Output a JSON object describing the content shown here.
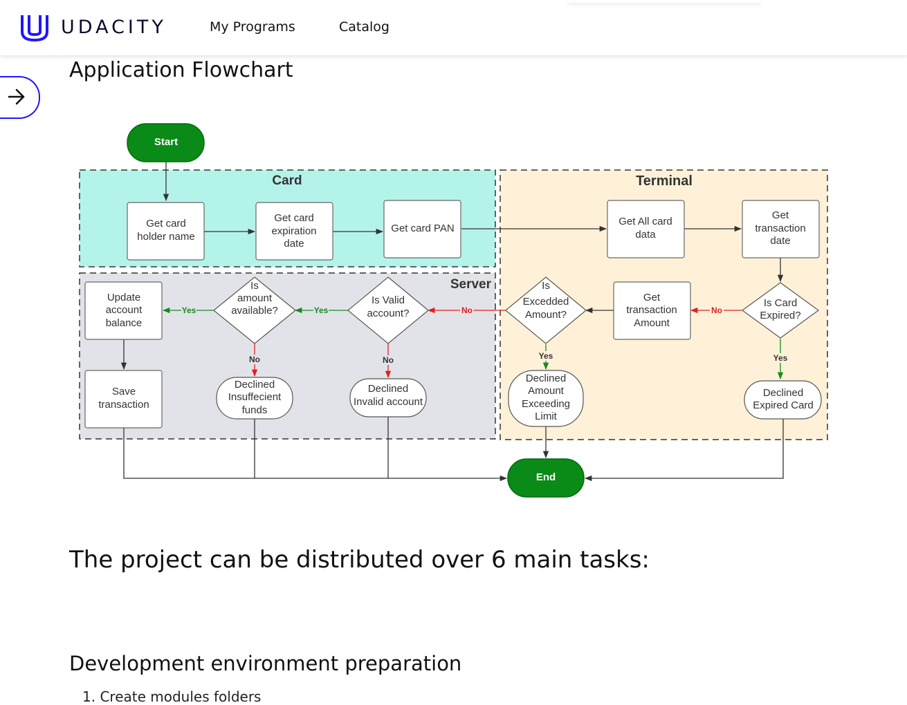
{
  "header": {
    "brand": "UDACITY",
    "nav": [
      "My Programs",
      "Catalog"
    ]
  },
  "sidebar_toggle_icon": "arrow-right-icon",
  "headings": {
    "application_flowchart": "Application Flowchart",
    "tasks": "The project can be distributed over 6 main tasks:",
    "dev_env": "Development environment preparation"
  },
  "list_items": [
    "1. Create modules folders"
  ],
  "flowchart": {
    "start": "Start",
    "end": "End",
    "regions": {
      "card": "Card",
      "terminal": "Terminal",
      "server": "Server"
    },
    "nodes": {
      "get_card_holder_name": [
        "Get card",
        "holder name"
      ],
      "get_card_expiration_date": [
        "Get card",
        "expiration",
        "date"
      ],
      "get_card_pan": [
        "Get card PAN"
      ],
      "get_all_card_data": [
        "Get All card",
        "data"
      ],
      "get_transaction_date": [
        "Get",
        "transaction",
        "date"
      ],
      "is_card_expired": [
        "Is Card",
        "Expired?"
      ],
      "declined_expired_card": [
        "Declined",
        "Expired Card"
      ],
      "get_transaction_amount": [
        "Get",
        "transaction",
        "Amount"
      ],
      "is_exceeded_amount": [
        "Is",
        "Excedded",
        "Amount?"
      ],
      "declined_amount_exceeding_limit": [
        "Declined",
        "Amount",
        "Exceeding",
        "Limit"
      ],
      "is_valid_account": [
        "Is Valid",
        "account?"
      ],
      "declined_invalid_account": [
        "Declined",
        "Invalid account"
      ],
      "is_amount_available": [
        "Is",
        "amount",
        "available?"
      ],
      "declined_insufficient_funds": [
        "Declined",
        "Insuffecient",
        "funds"
      ],
      "update_account_balance": [
        "Update",
        "account",
        "balance"
      ],
      "save_transaction": [
        "Save",
        "transaction"
      ]
    },
    "edge_labels": {
      "yes": "Yes",
      "no": "No"
    },
    "colors": {
      "start_end_fill": "#0a8a16",
      "card_region": "#b4f3ea",
      "terminal_region": "#fff1d8",
      "server_region": "#e1e3e8",
      "yes_arrow": "#178a1f",
      "no_arrow": "#e02020",
      "link_blue": "#2015ff"
    }
  }
}
